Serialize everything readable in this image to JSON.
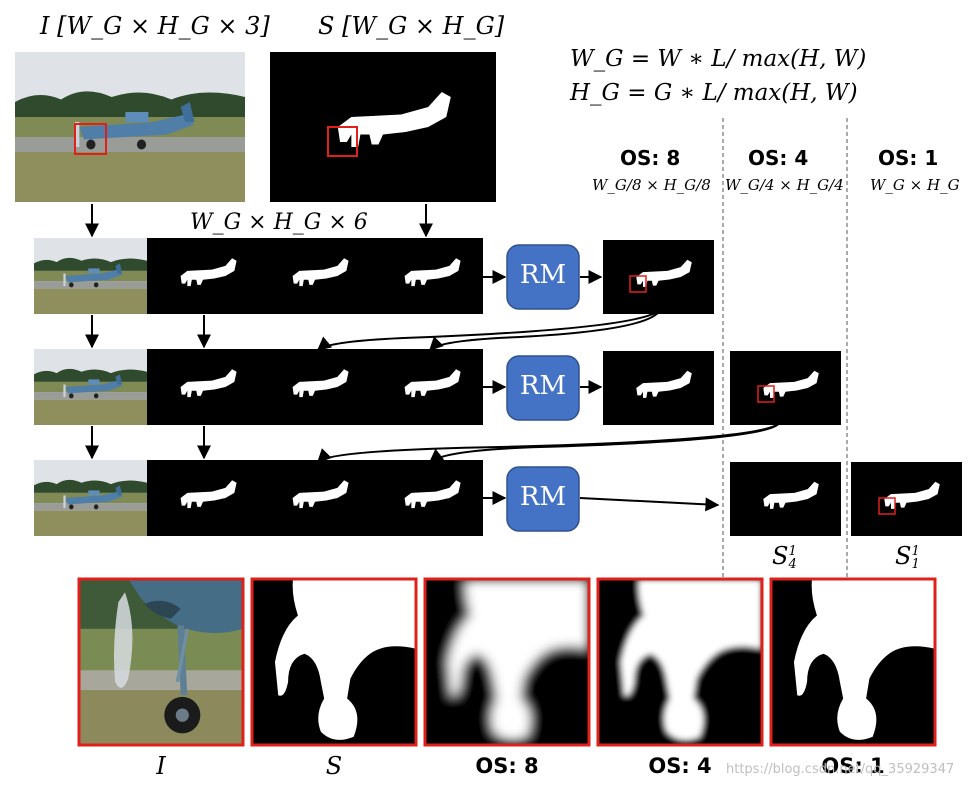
{
  "top": {
    "image_label": "I [W_G × H_G × 3]",
    "seg_label": "S [W_G × H_G]",
    "concat_label": "W_G × H_G × 6"
  },
  "equations": {
    "line1": "W_G = W ∗ L/ max(H, W)",
    "line2": "H_G = G ∗ L/ max(H, W)"
  },
  "scales": [
    {
      "title": "OS: 8",
      "size": "W_G/8 × H_G/8"
    },
    {
      "title": "OS: 4",
      "size": "W_G/4 × H_G/4"
    },
    {
      "title": "OS: 1",
      "size": "W_G × H_G"
    }
  ],
  "module_label": "RM",
  "outputs": {
    "s4": "S",
    "s4_sub": "4",
    "s4_sup": "1",
    "s1": "S",
    "s1_sub": "1",
    "s1_sup": "1"
  },
  "bottom_labels": [
    "I",
    "S",
    "OS: 8",
    "OS: 4",
    "OS: 1"
  ],
  "watermark": "https://blog.csdn.net/qq_35929347",
  "colors": {
    "module_fill": "#4472c4",
    "highlight": "#e0201a",
    "sky": "#d9dde2",
    "grass": "#8a8b5a"
  }
}
